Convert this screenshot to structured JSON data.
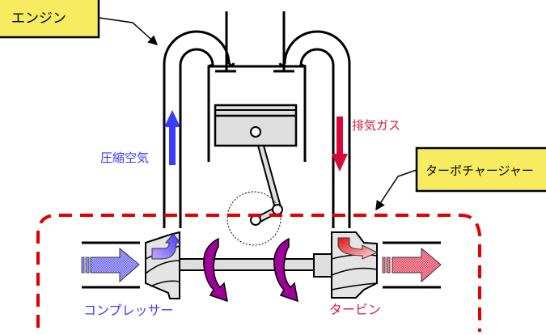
{
  "title": "ターボチャージャー構造図",
  "callouts": {
    "engine": "エンジン",
    "turbocharger": "ターボチャージャー"
  },
  "labels": {
    "compressed_air": "圧縮空気",
    "exhaust_gas": "排気ガス",
    "compressor": "コンプレッサー",
    "turbine": "タービン"
  },
  "colors": {
    "callout_fill": "#f7ec5f",
    "intake_blue": "#3b3bff",
    "exhaust_red": "#e0183a",
    "dashed_red": "#e00000",
    "rotation_purple": "#a0009a",
    "part_gray": "#dedede"
  }
}
